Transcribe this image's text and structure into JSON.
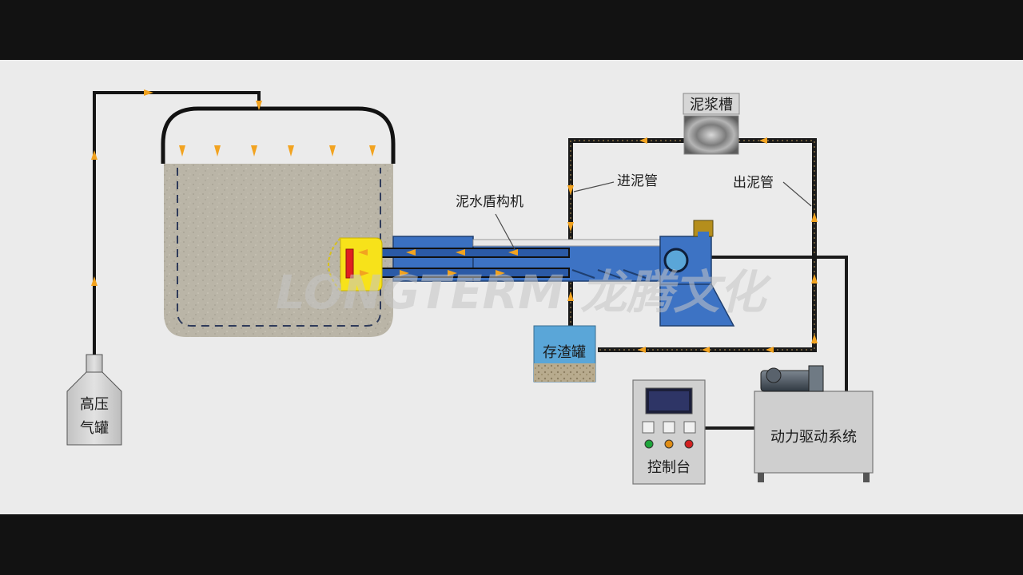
{
  "labels": {
    "high_pressure_tank_line1": "高压",
    "high_pressure_tank_line2": "气罐",
    "slurry_shield": "泥水盾构机",
    "inlet_pipe": "进泥管",
    "outlet_pipe": "出泥管",
    "slurry_tank": "泥浆槽",
    "residue_tank": "存渣罐",
    "control_console": "控制台",
    "power_drive_system": "动力驱动系统"
  },
  "watermark": "LONGTERM 龙腾文化",
  "colors": {
    "stage_background": "#ebebeb",
    "letterbox": "#121212",
    "pipe": "#1a1a1a",
    "flow_arrow": "#f2a320",
    "shield_body": "#3d73c4",
    "cutter_yellow": "#f7e21a",
    "cutter_red": "#e02020",
    "soil": "#b9b4a6",
    "water": "#5aa6d8",
    "equipment_grey": "#cfcfcf"
  },
  "console": {
    "lights": [
      "green",
      "orange",
      "red"
    ],
    "indicator_count": 3
  }
}
